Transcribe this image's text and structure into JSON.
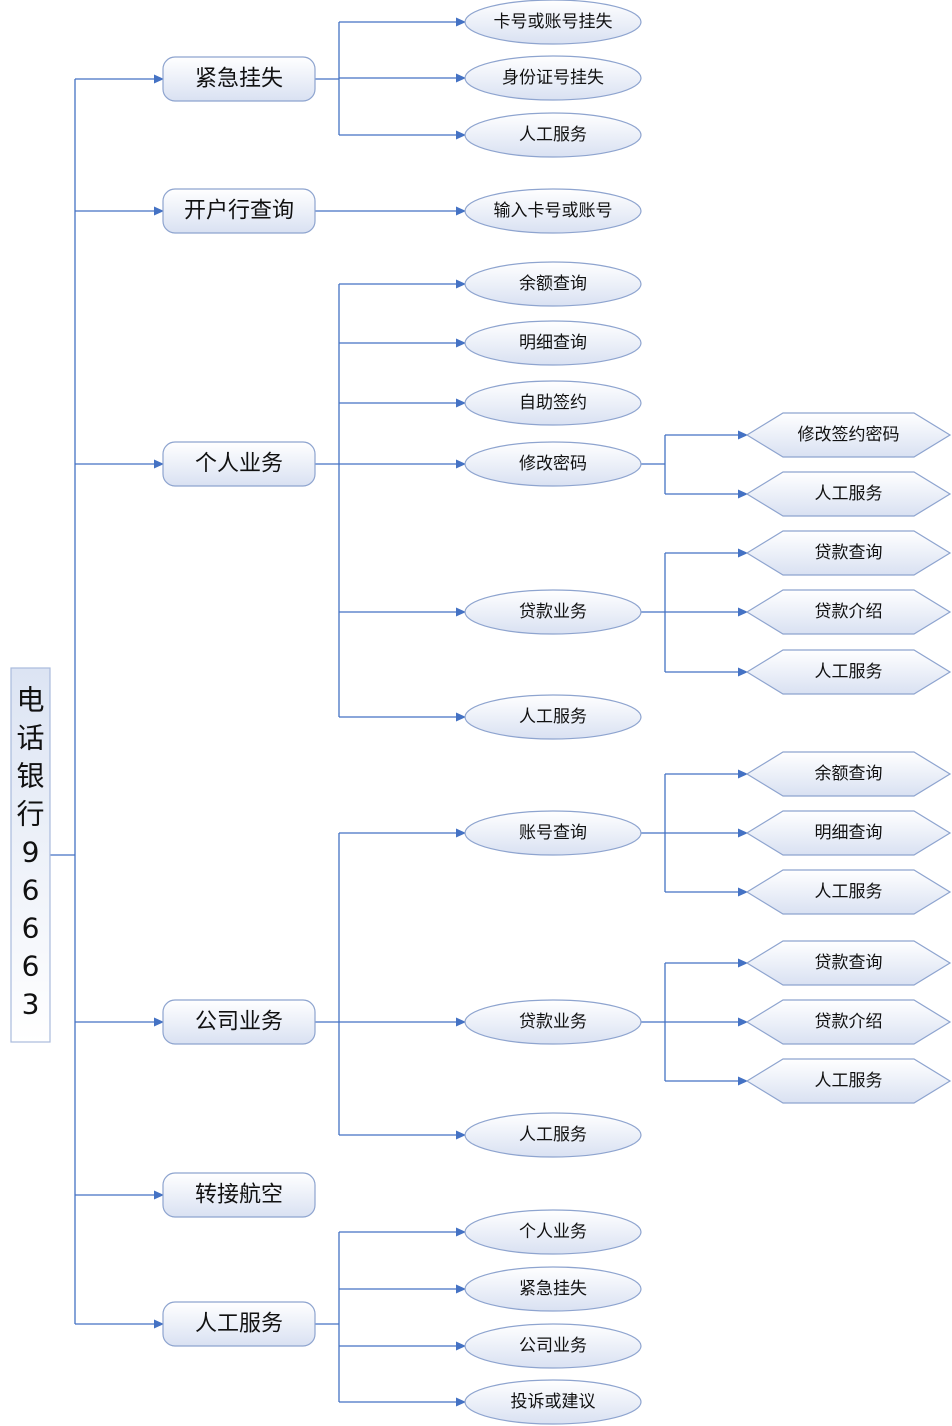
{
  "title": "电话银行96663",
  "root": {
    "label_chars": [
      "电",
      "话",
      "银",
      "行",
      "9",
      "6",
      "6",
      "6",
      "3"
    ]
  },
  "colors": {
    "line": "#4472C4",
    "node_border": "#8EA4CF",
    "node_fill_light": "#FFFFFF",
    "node_fill_dark": "#D9E1F2",
    "text": "#111111"
  },
  "tree": [
    {
      "label": "紧急挂失",
      "children": [
        {
          "label": "卡号或账号挂失",
          "children": []
        },
        {
          "label": "身份证号挂失",
          "children": []
        },
        {
          "label": "人工服务",
          "children": []
        }
      ]
    },
    {
      "label": "开户行查询",
      "children": [
        {
          "label": "输入卡号或账号",
          "children": []
        }
      ]
    },
    {
      "label": "个人业务",
      "children": [
        {
          "label": "余额查询",
          "children": []
        },
        {
          "label": "明细查询",
          "children": []
        },
        {
          "label": "自助签约",
          "children": []
        },
        {
          "label": "修改密码",
          "children": [
            {
              "label": "修改签约密码"
            },
            {
              "label": "人工服务"
            }
          ]
        },
        {
          "label": "贷款业务",
          "children": [
            {
              "label": "贷款查询"
            },
            {
              "label": "贷款介绍"
            },
            {
              "label": "人工服务"
            }
          ]
        },
        {
          "label": "人工服务",
          "children": []
        }
      ]
    },
    {
      "label": "公司业务",
      "children": [
        {
          "label": "账号查询",
          "children": [
            {
              "label": "余额查询"
            },
            {
              "label": "明细查询"
            },
            {
              "label": "人工服务"
            }
          ]
        },
        {
          "label": "贷款业务",
          "children": [
            {
              "label": "贷款查询"
            },
            {
              "label": "贷款介绍"
            },
            {
              "label": "人工服务"
            }
          ]
        },
        {
          "label": "人工服务",
          "children": []
        }
      ]
    },
    {
      "label": "转接航空",
      "children": []
    },
    {
      "label": "人工服务",
      "children": [
        {
          "label": "个人业务",
          "children": []
        },
        {
          "label": "紧急挂失",
          "children": []
        },
        {
          "label": "公司业务",
          "children": []
        },
        {
          "label": "投诉或建议",
          "children": []
        }
      ]
    }
  ]
}
